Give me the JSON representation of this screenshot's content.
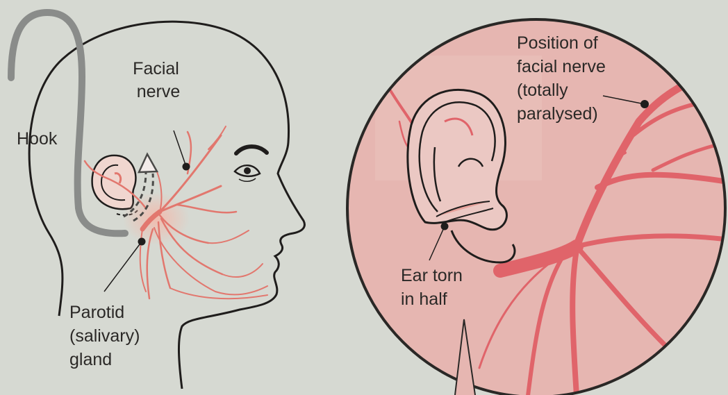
{
  "labels": {
    "hook": "Hook",
    "facial_nerve": [
      "Facial",
      "nerve"
    ],
    "parotid": [
      "Parotid",
      "(salivary)",
      "gland"
    ],
    "position": [
      "Position of",
      "facial nerve",
      "(totally",
      "paralysed)"
    ],
    "ear_torn": [
      "Ear torn",
      "in half"
    ]
  },
  "colors": {
    "background": "#d6d9d2",
    "nerve": "#e2776e",
    "nerve_dark": "#e0646a",
    "zoom_fill": "#e6b6b1",
    "outline": "#1f1d1c",
    "hook": "#8a8c8a"
  }
}
